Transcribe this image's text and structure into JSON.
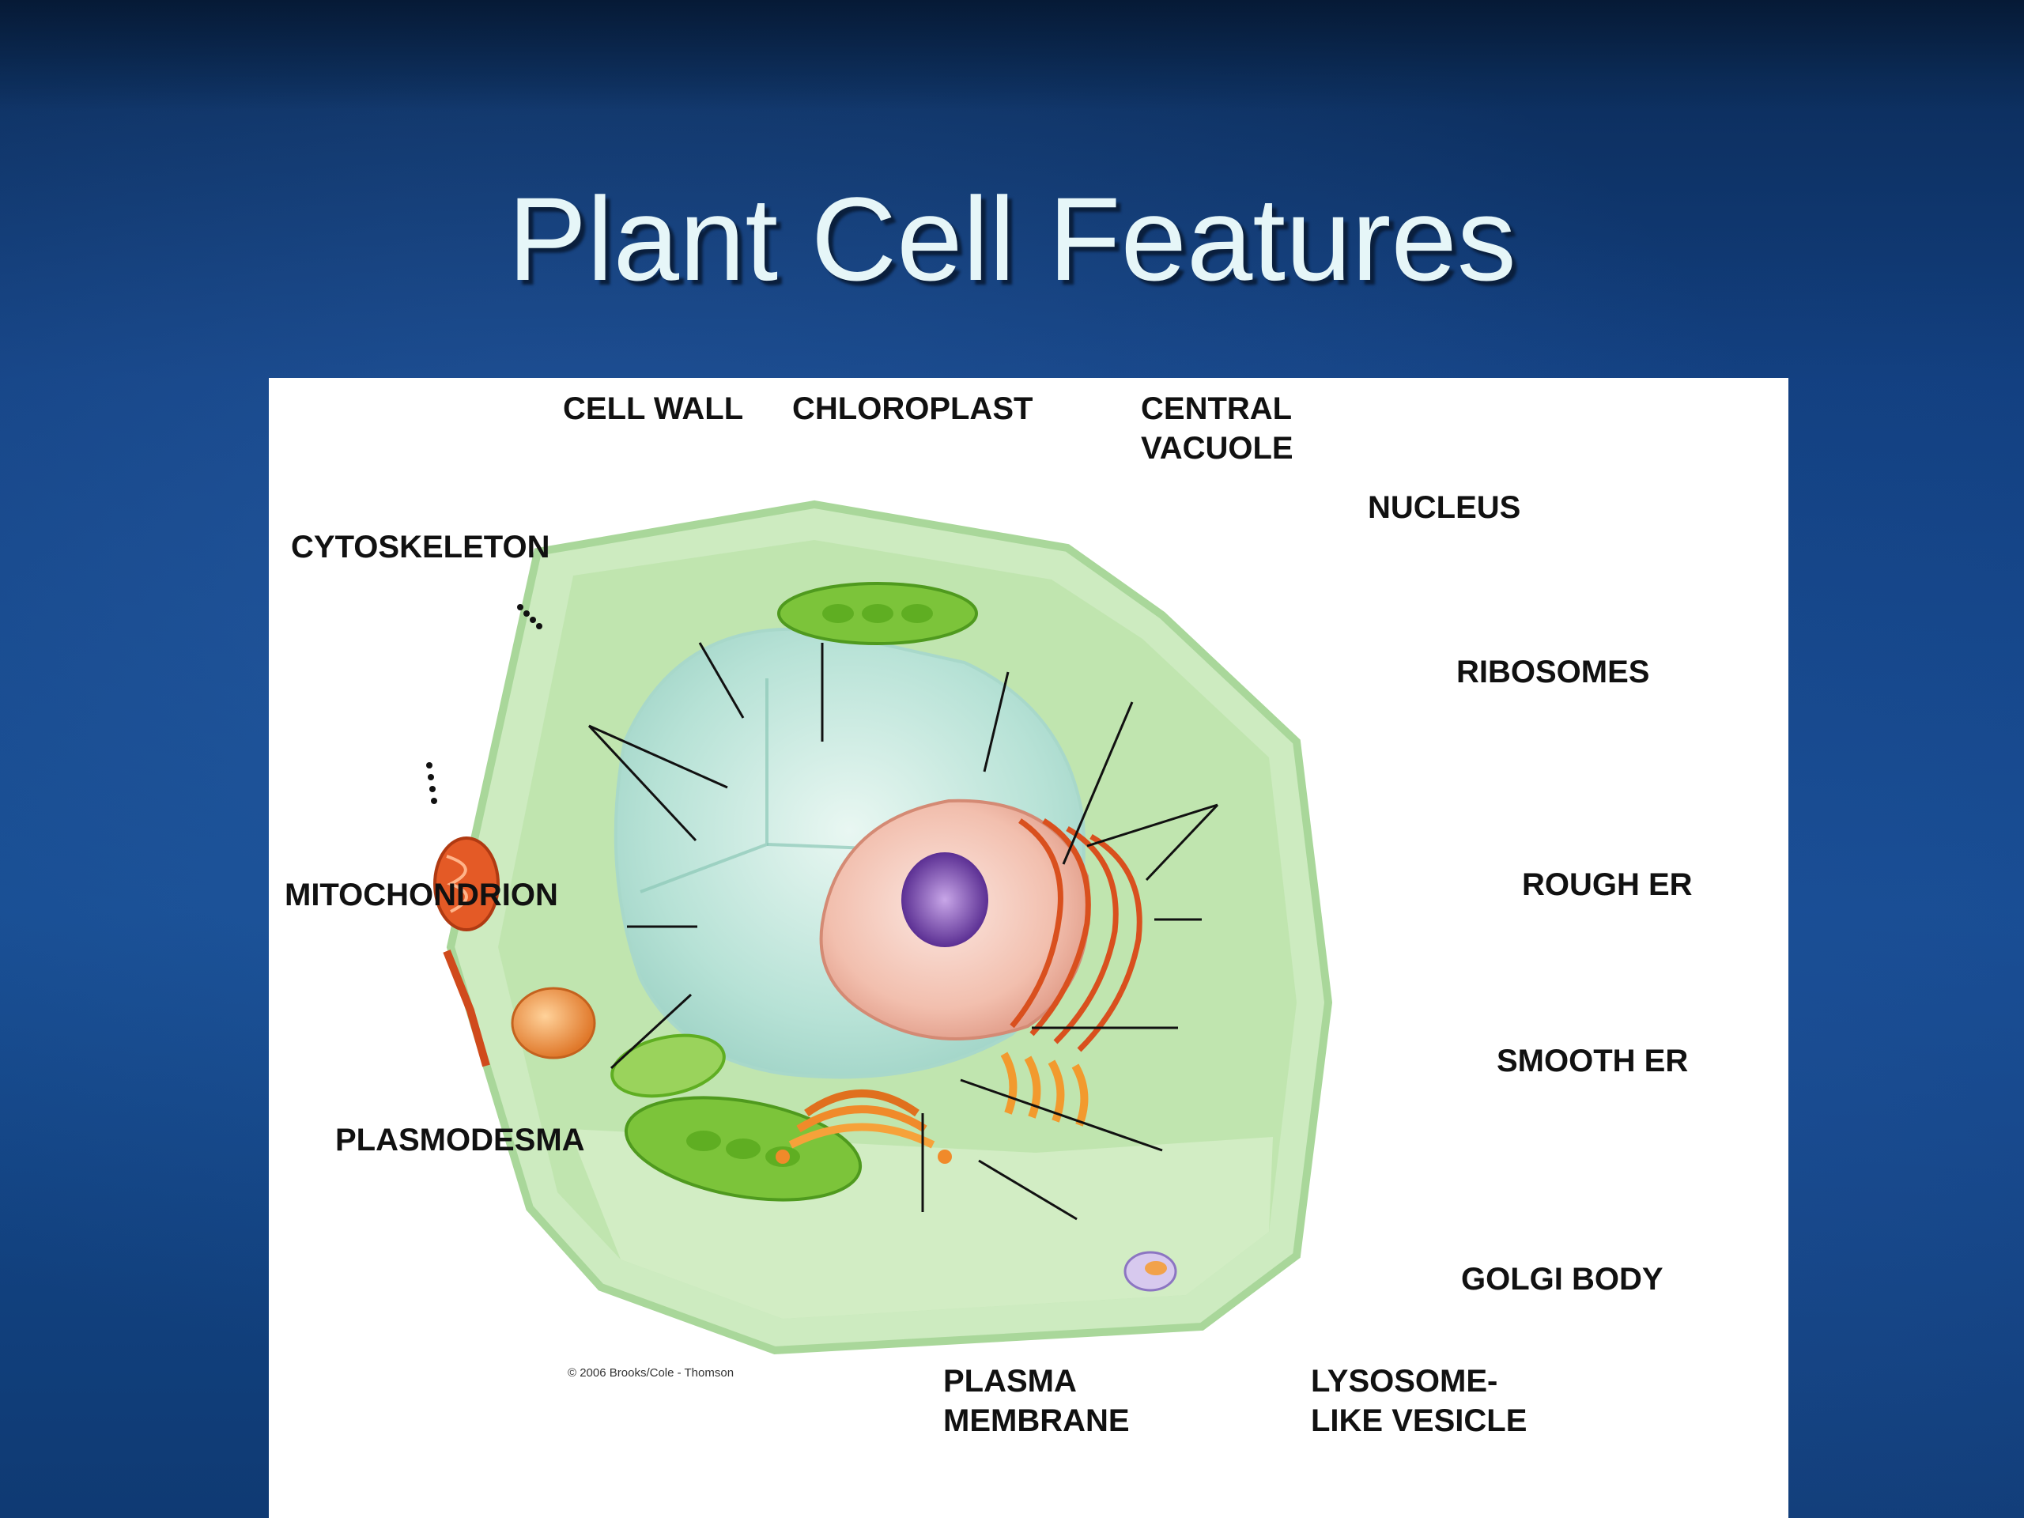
{
  "slide": {
    "title": "Plant Cell Features"
  },
  "diagram": {
    "labels": {
      "cell_wall": "CELL WALL",
      "chloroplast": "CHLOROPLAST",
      "central_vacuole_line1": "CENTRAL",
      "central_vacuole_line2": "VACUOLE",
      "nucleus": "NUCLEUS",
      "cytoskeleton": "CYTOSKELETON",
      "ribosomes": "RIBOSOMES",
      "mitochondrion": "MITOCHONDRION",
      "rough_er": "ROUGH ER",
      "smooth_er": "SMOOTH ER",
      "plasmodesma": "PLASMODESMA",
      "golgi_body": "GOLGI BODY",
      "plasma_membrane_line1": "PLASMA",
      "plasma_membrane_line2": "MEMBRANE",
      "lysosome_line1": "LYSOSOME-",
      "lysosome_line2": "LIKE VESICLE"
    },
    "copyright": "© 2006 Brooks/Cole - Thomson"
  },
  "colors": {
    "background": "#123f7f",
    "title": "#e6f6f8",
    "cell_green": "#b9e3a8",
    "chloroplast": "#7cc43a",
    "organelle_red": "#d9501e",
    "nucleus_purple": "#7a4aa8"
  }
}
